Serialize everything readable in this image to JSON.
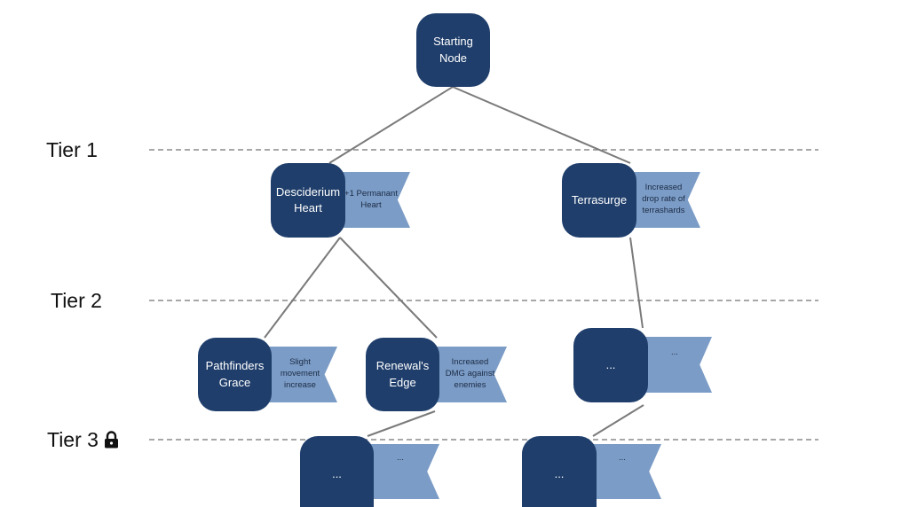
{
  "tiers": [
    {
      "label": "Tier 1"
    },
    {
      "label": "Tier 2"
    },
    {
      "label": "Tier 3",
      "locked": true,
      "lock_icon": "lock-icon"
    }
  ],
  "nodes": {
    "start": {
      "label": "Starting Node"
    },
    "desciderium": {
      "label": "Desciderium Heart",
      "tag": "+1 Permanant Heart"
    },
    "terrasurge": {
      "label": "Terrasurge",
      "tag": "Increased drop rate of terrashards"
    },
    "pathfinders": {
      "label": "Pathfinders Grace",
      "tag": "Slight movement increase"
    },
    "renewal": {
      "label": "Renewal's Edge",
      "tag": "Increased DMG against enemies"
    },
    "tier2_unknown": {
      "label": "...",
      "tag": "..."
    },
    "tier3_left": {
      "label": "...",
      "tag": "..."
    },
    "tier3_right": {
      "label": "...",
      "tag": "..."
    }
  },
  "colors": {
    "node_fill": "#1f3e6b",
    "tag_fill": "#7b9cc6",
    "connector": "#7a7a7a",
    "tier_line": "#8a8a8a"
  }
}
